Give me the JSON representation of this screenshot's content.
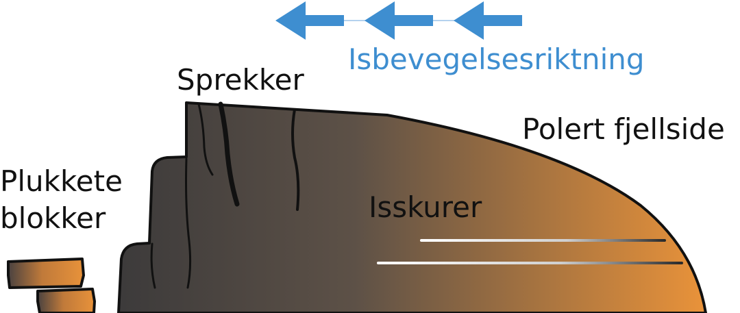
{
  "labels": {
    "ice_direction": "Isbevegelsesriktning",
    "cracks": "Sprekker",
    "polished_side": "Polert fjellside",
    "striations": "Isskurer",
    "plucked_line1": "Plukkete",
    "plucked_line2": "blokker"
  },
  "colors": {
    "arrow": "#3e8ed0",
    "rock_dark": "#3d3b3b",
    "rock_light": "#e8923a",
    "outline": "#111111",
    "striation": "#ffffff"
  },
  "arrows": {
    "count": 3,
    "direction": "left"
  }
}
